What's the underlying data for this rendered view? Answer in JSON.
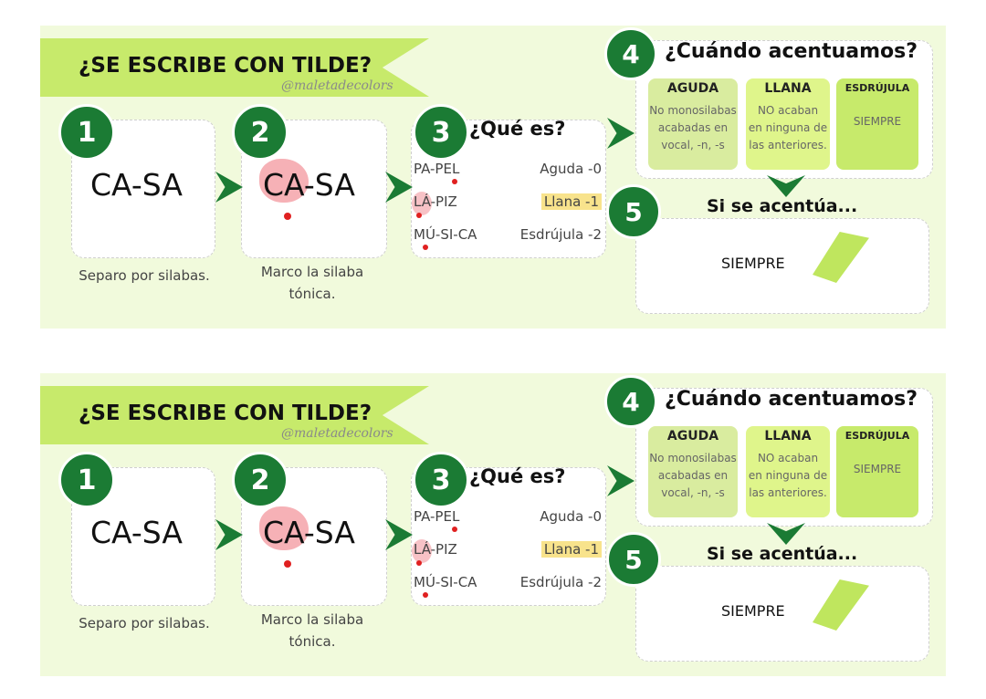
{
  "infographics": [
    {
      "title": "¿SE ESCRIBE CON TILDE?",
      "credit": "@maletadecolors",
      "steps": [
        {
          "number": "1",
          "word": "CA-SA",
          "caption_line1": "Separo por silabas.",
          "caption_line2": ""
        },
        {
          "number": "2",
          "word": "CA-SA",
          "caption_line1": "Marco la silaba",
          "caption_line2": "tónica."
        },
        {
          "number": "3",
          "question": "¿Qué es?",
          "rows": [
            {
              "word": "PA-PEL",
              "type": "Aguda -0"
            },
            {
              "word": "LÁ-PIZ",
              "type": "Llana -1"
            },
            {
              "word": "MÚ-SI-CA",
              "type": "Esdrújula -2"
            }
          ]
        },
        {
          "number": "4",
          "question": "¿Cuándo acentuamos?",
          "columns": [
            {
              "header": "AGUDA",
              "lines": [
                "No monosilabas",
                "acabadas en",
                "vocal, -n, -s"
              ]
            },
            {
              "header": "LLANA",
              "lines": [
                "NO acaban",
                "en ninguna de",
                "las anteriores."
              ]
            },
            {
              "header": "ESDRÚJULA",
              "lines": [
                "SIEMPRE"
              ]
            }
          ]
        },
        {
          "number": "5",
          "question": "Si se acentúa...",
          "answer": "SIEMPRE"
        }
      ]
    },
    {
      "title": "¿SE ESCRIBE CON TILDE?",
      "credit": "@maletadecolors",
      "steps": [
        {
          "number": "1",
          "word": "CA-SA",
          "caption_line1": "Separo por silabas.",
          "caption_line2": ""
        },
        {
          "number": "2",
          "word": "CA-SA",
          "caption_line1": "Marco la silaba",
          "caption_line2": "tónica."
        },
        {
          "number": "3",
          "question": "¿Qué es?",
          "rows": [
            {
              "word": "PA-PEL",
              "type": "Aguda -0"
            },
            {
              "word": "LÁ-PIZ",
              "type": "Llana -1"
            },
            {
              "word": "MÚ-SI-CA",
              "type": "Esdrújula -2"
            }
          ]
        },
        {
          "number": "4",
          "question": "¿Cuándo acentuamos?",
          "columns": [
            {
              "header": "AGUDA",
              "lines": [
                "No monosilabas",
                "acabadas en",
                "vocal, -n, -s"
              ]
            },
            {
              "header": "LLANA",
              "lines": [
                "NO acaban",
                "en ninguna de",
                "las anteriores."
              ]
            },
            {
              "header": "ESDRÚJULA",
              "lines": [
                "SIEMPRE"
              ]
            }
          ]
        },
        {
          "number": "5",
          "question": "Si se acentúa...",
          "answer": "SIEMPRE"
        }
      ]
    }
  ],
  "colors": {
    "dark_green": "#1b7b34",
    "lime": "#c7ea6b",
    "panel_bg": "#f1fadc",
    "highlight_yellow": "#f8e38c",
    "accent_red": "#e02020"
  }
}
